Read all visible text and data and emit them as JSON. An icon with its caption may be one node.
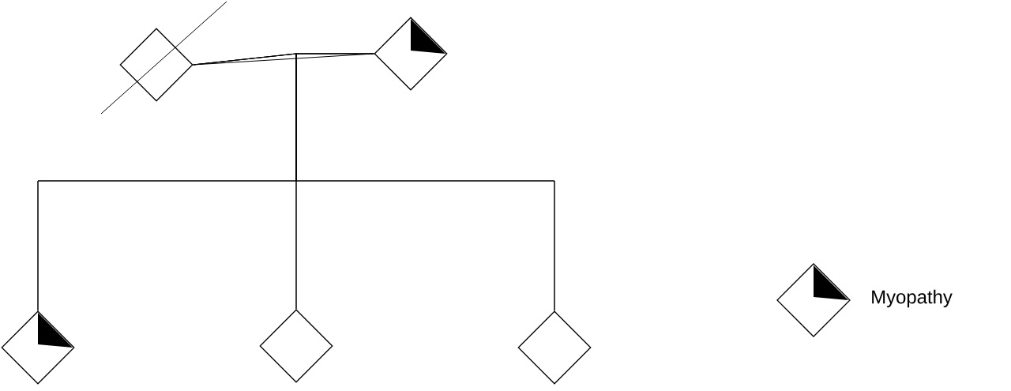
{
  "diagram": {
    "nodes": [
      {
        "text": [],
        "shape": "diamond"
      },
      {
        "text": [],
        "shape": "diamond"
      },
      {
        "text": [],
        "shape": "diamond"
      },
      {
        "text": [],
        "shape": "diamond"
      },
      {
        "text": [],
        "shape": "diamond"
      }
    ],
    "edges": [
      {
        "from": 0,
        "to": 1,
        "arrow": "none"
      },
      {
        "from": 0,
        "to": 2,
        "arrow": "none"
      },
      {
        "from": 0,
        "to": 3,
        "arrow": "none"
      },
      {
        "from": 0,
        "to": 4,
        "arrow": "none"
      },
      {
        "from": 1,
        "to": 2,
        "arrow": "none"
      },
      {
        "from": 1,
        "to": 3,
        "arrow": "none"
      },
      {
        "from": 1,
        "to": 4,
        "arrow": "none"
      }
    ],
    "legend": [
      {
        "text": "Myopathy"
      }
    ]
  }
}
